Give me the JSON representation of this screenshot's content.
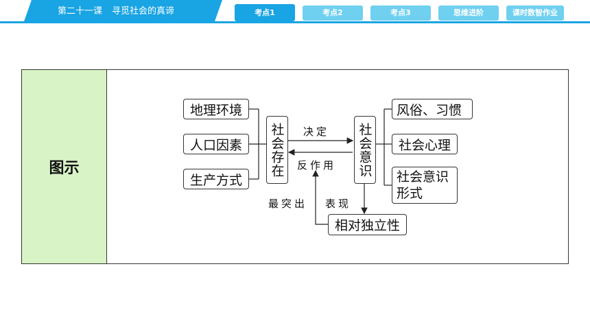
{
  "header": {
    "lesson_number": "第二十一课",
    "lesson_title": "寻觅社会的真谛",
    "tabs": [
      {
        "label": "考点1",
        "active": true
      },
      {
        "label": "考点2",
        "active": false
      },
      {
        "label": "考点3",
        "active": false
      },
      {
        "label": "思维进阶",
        "active": false
      },
      {
        "label": "课时数智作业",
        "active": false
      }
    ],
    "accent_color": "#19a4e3",
    "tab_color": "#6fd0f0"
  },
  "table": {
    "label": "图示",
    "label_bg": "#d8f3c6"
  },
  "diagram": {
    "left_factors": [
      "地理环境",
      "人口因素",
      "生产方式"
    ],
    "social_existence": "社会存在",
    "social_consciousness": "社会意识",
    "right_items": [
      "风俗、习惯",
      "社会心理",
      "社会意识形式"
    ],
    "decides_label": "决定",
    "reaction_label": "反作用",
    "most_prominent_label": "最突出",
    "manifestation_label": "表现",
    "relative_independence": "相对独立性"
  }
}
